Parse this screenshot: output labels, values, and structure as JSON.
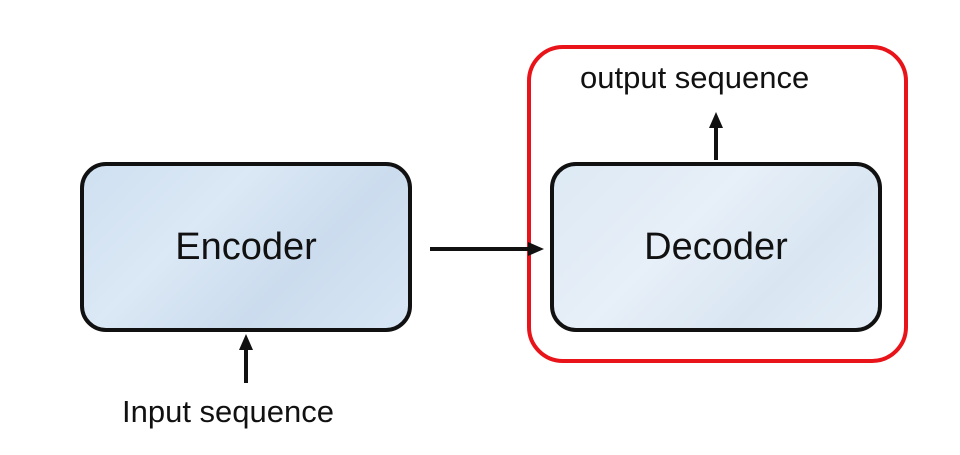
{
  "diagram": {
    "encoder_label": "Encoder",
    "decoder_label": "Decoder",
    "input_label": "Input sequence",
    "output_label": "output sequence",
    "highlight_color": "#e8141a",
    "box_fill_color": "#d3e3f3",
    "arrow_color": "#111111"
  }
}
